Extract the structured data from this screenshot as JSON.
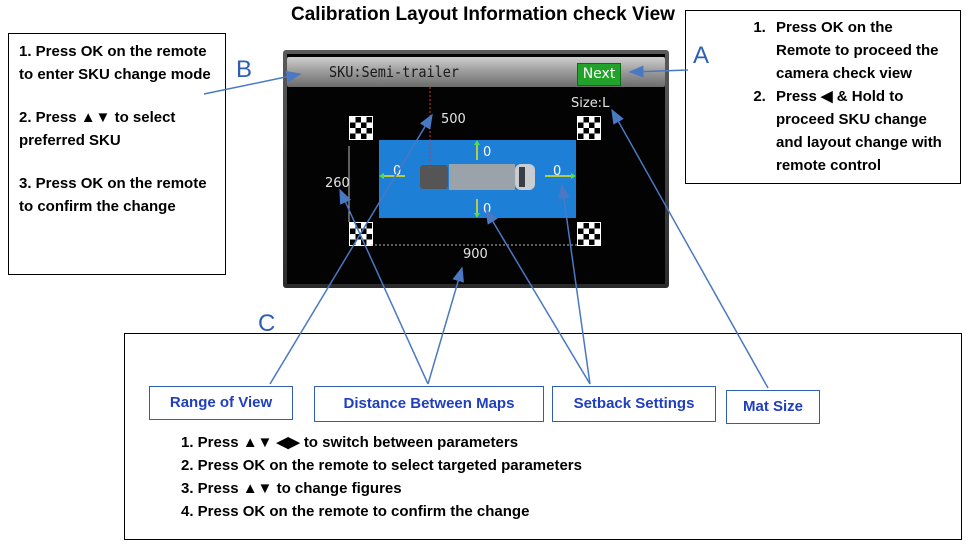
{
  "title": "Calibration Layout Information check View",
  "letters": {
    "a": "A",
    "b": "B",
    "c": "C"
  },
  "box_b": {
    "steps": [
      "1. Press OK on the remote to enter SKU change mode",
      "2. Press ▲▼ to select preferred SKU",
      "3. Press OK on the remote to confirm the change"
    ]
  },
  "box_a": {
    "steps": [
      "Press OK on the Remote to proceed the camera check view",
      "Press ◀ & Hold to proceed SKU change and layout change with remote control"
    ]
  },
  "screen": {
    "sku_label": "SKU:Semi-trailer",
    "next_label": "Next",
    "size_label": "Size:L",
    "top_distance": "500",
    "side_distance": "260",
    "bottom_distance": "900",
    "setback_top": "0",
    "setback_bottom": "0",
    "setback_left": "0",
    "setback_right": "0"
  },
  "labels": {
    "range_of_view": "Range of View",
    "distance_between_maps": "Distance Between Maps",
    "setback_settings": "Setback Settings",
    "mat_size": "Mat Size"
  },
  "box_c": {
    "steps": [
      "1. Press ▲▼ ◀▶ to switch between parameters",
      "2. Press OK on the remote to select targeted parameters",
      "3. Press ▲▼  to change figures",
      "4. Press OK on the remote to confirm the change"
    ]
  },
  "colors": {
    "accent_blue": "#2e5fb3",
    "label_blue": "#1f3fbf",
    "next_green": "#22a22a",
    "area_blue": "#1e7fd6"
  }
}
